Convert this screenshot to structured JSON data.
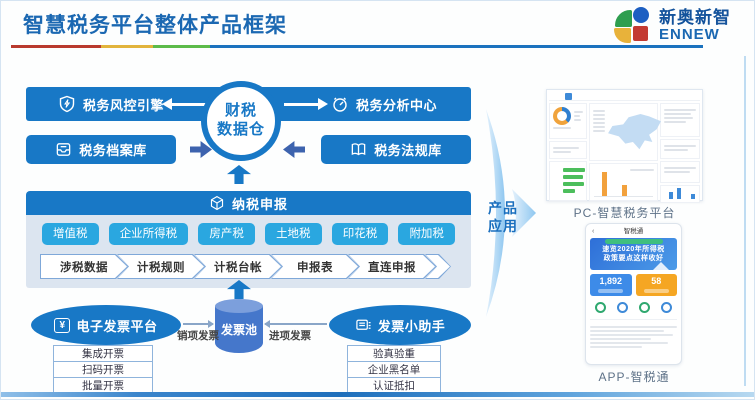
{
  "slide": {
    "title": "智慧税务平台整体产品框架"
  },
  "logo": {
    "company_cn": "新奥新智",
    "company_en": "ENNEW"
  },
  "colors": {
    "primary_blue": "#1878C6",
    "tax_button_blue": "#2AA7E0",
    "cylinder_blue": "#4577CB",
    "navy_arrow": "#3D63AE",
    "title_blue": "#1B68B2"
  },
  "hub": {
    "line1": "财税",
    "line2": "数据仓"
  },
  "modules": {
    "risk_engine": "税务风控引擎",
    "analysis_center": "税务分析中心",
    "archive_library": "税务档案库",
    "regulation_library": "税务法规库"
  },
  "declaration": {
    "title": "纳税申报",
    "tax_types": [
      "增值税",
      "企业所得税",
      "房产税",
      "土地税",
      "印花税",
      "附加税"
    ],
    "process_steps": [
      "涉税数据",
      "计税规则",
      "计税台帐",
      "申报表",
      "直连申报"
    ]
  },
  "invoice": {
    "platform": "电子发票平台",
    "pool": "发票池",
    "assistant": "发票小助手",
    "outbound": "销项发票",
    "inbound": "进项发票",
    "yen_symbol": "¥",
    "platform_features": [
      "集成开票",
      "扫码开票",
      "批量开票"
    ],
    "assistant_features": [
      "验真验重",
      "企业黑名单",
      "认证抵扣"
    ]
  },
  "application": {
    "label_line1": "产品",
    "label_line2": "应用",
    "pc_caption": "PC-智慧税务平台",
    "app_caption": "APP-智税通",
    "app": {
      "nav_title": "智税通",
      "banner_line1": "速览2020年所得税",
      "banner_line2": "政策要点这样收好",
      "stat_blue": "1,892",
      "stat_orange": "58"
    }
  }
}
